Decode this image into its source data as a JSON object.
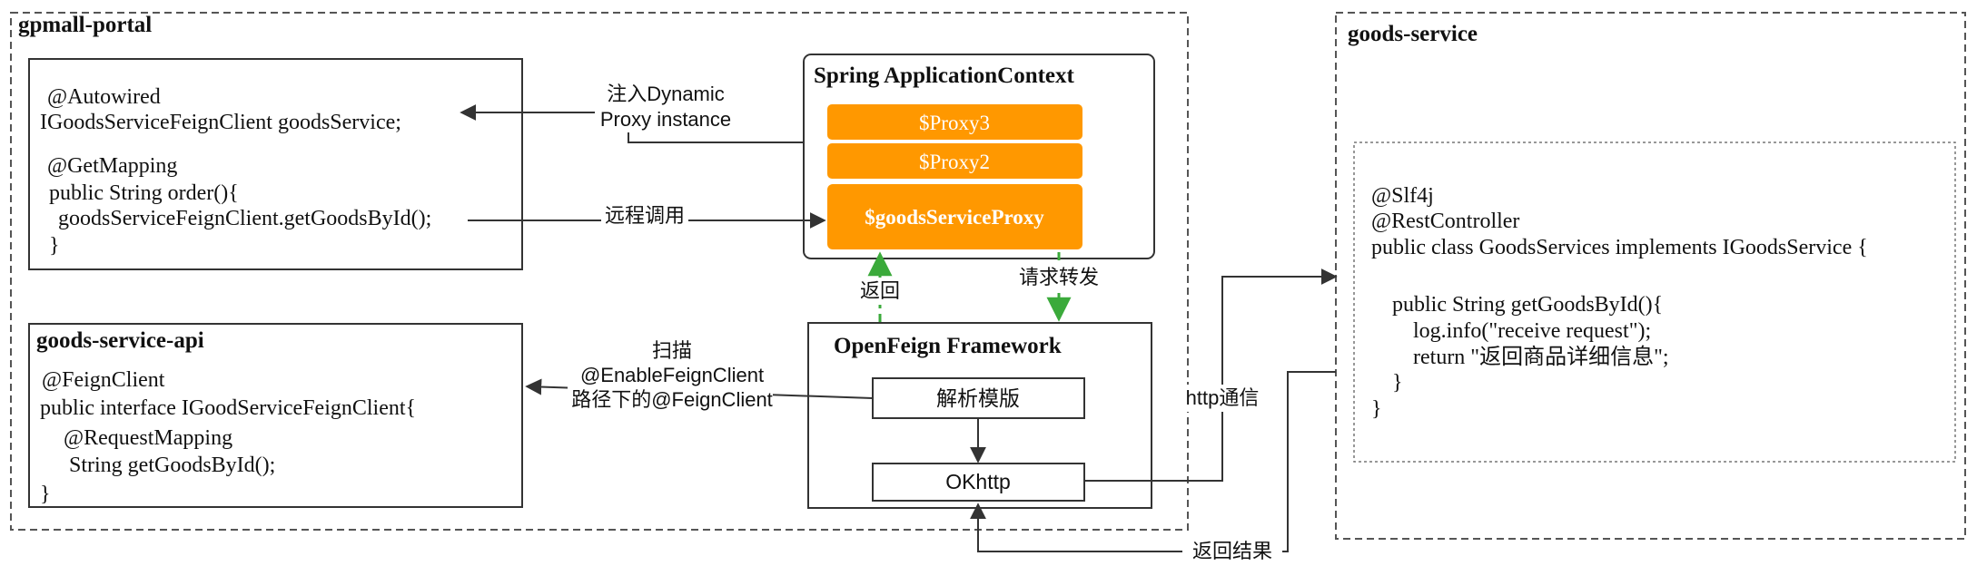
{
  "portal": {
    "title": "gpmall-portal"
  },
  "controller_box": {
    "lines": [
      "@Autowired",
      "IGoodsServiceFeignClient goodsService;",
      "@GetMapping",
      "public String order(){",
      "goodsServiceFeignClient.getGoodsById();",
      "}"
    ]
  },
  "api_box": {
    "title": "goods-service-api",
    "lines": [
      "@FeignClient",
      "public interface IGoodServiceFeignClient{",
      "@RequestMapping",
      "String getGoodsById();",
      "}"
    ]
  },
  "spring_context": {
    "title": "Spring ApplicationContext",
    "proxies": [
      "$Proxy3",
      "$Proxy2",
      "$goodsServiceProxy"
    ]
  },
  "openfeign": {
    "title": "OpenFeign Framework",
    "parse_template": "解析模版",
    "okhttp": "OKhttp"
  },
  "goods_service": {
    "title": "goods-service",
    "lines": [
      "@Slf4j",
      "@RestController",
      "public class GoodsServices implements IGoodsService {",
      "public String getGoodsById(){",
      "log.info(\"receive request\");",
      "return \"返回商品详细信息\";",
      "}",
      "}"
    ]
  },
  "edge_labels": {
    "inject": [
      "注入Dynamic",
      "Proxy instance"
    ],
    "remote_call": "远程调用",
    "return": "返回",
    "forward": "请求转发",
    "scan": [
      "扫描",
      "@EnableFeignClient",
      "路径下的@FeignClient"
    ],
    "http": "http通信",
    "return_result": "返回结果"
  },
  "colors": {
    "proxy_fill": "#FF9800",
    "dashed_green": "#3BAA3B",
    "line": "#333333",
    "border": "#333333"
  }
}
